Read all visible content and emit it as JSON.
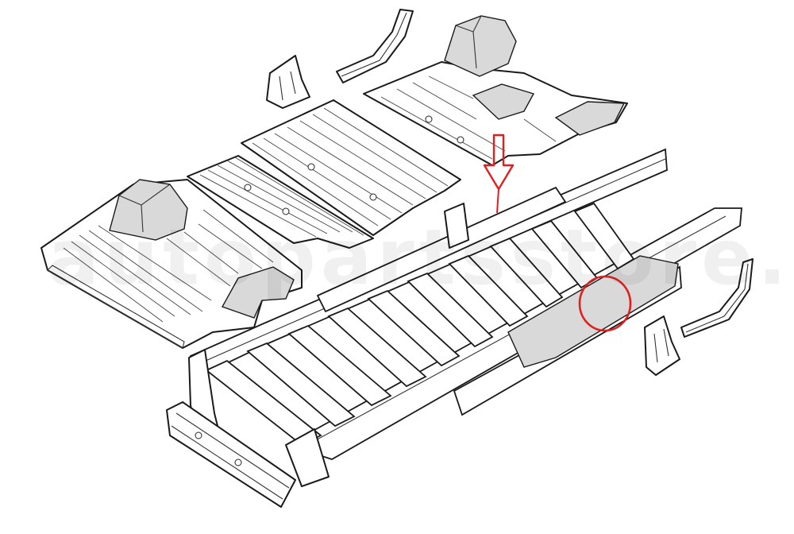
{
  "watermark": {
    "text": "autopartsstore.ru"
  },
  "colors": {
    "linework": "#1a1a1a",
    "highlight": "#e02020",
    "background": "#ffffff"
  },
  "callouts": [
    {
      "kind": "arrow",
      "meaning": "points to crossmember under front floor"
    },
    {
      "kind": "circle",
      "meaning": "highlights side sill section"
    }
  ]
}
